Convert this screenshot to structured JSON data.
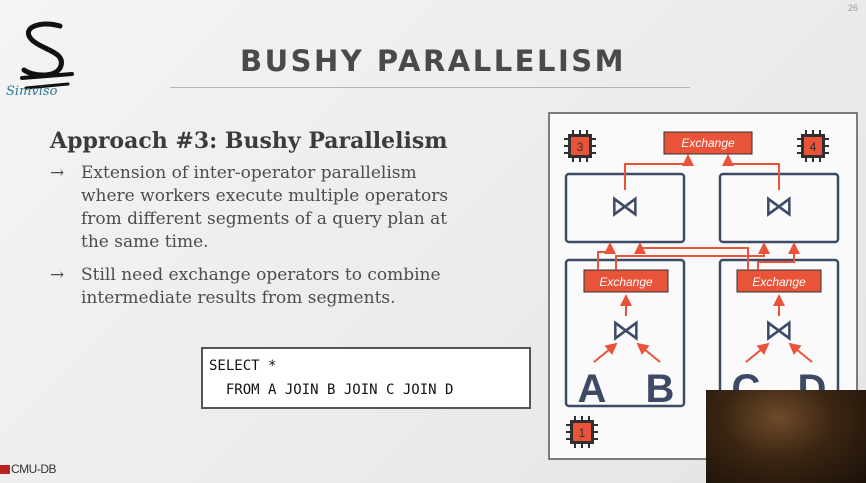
{
  "slide_number": "26",
  "logo_text": "Simviso",
  "title": "BUSHY PARALLELISM",
  "approach_heading": "Approach #3: Bushy Parallelism",
  "bullets": [
    {
      "arrow": "→",
      "lines": [
        "Extension of inter-operator parallelism",
        "where workers execute multiple operators",
        "from different segments of a query plan at",
        "the same time."
      ]
    },
    {
      "arrow": "→",
      "lines": [
        "Still need exchange operators to combine",
        "intermediate results from segments."
      ]
    }
  ],
  "sql": {
    "line1": "SELECT *",
    "line2": "  FROM A JOIN B JOIN C JOIN D"
  },
  "footer_logo": "CMU-DB",
  "diagram": {
    "workers": [
      "3",
      "4",
      "1"
    ],
    "exchange_label": "Exchange",
    "join_symbol": "⋈",
    "relations": [
      "A",
      "B",
      "C",
      "D"
    ],
    "colors": {
      "accent": "#e8533a",
      "frame": "#3d4a66",
      "chip": "#2f2f2f"
    }
  }
}
